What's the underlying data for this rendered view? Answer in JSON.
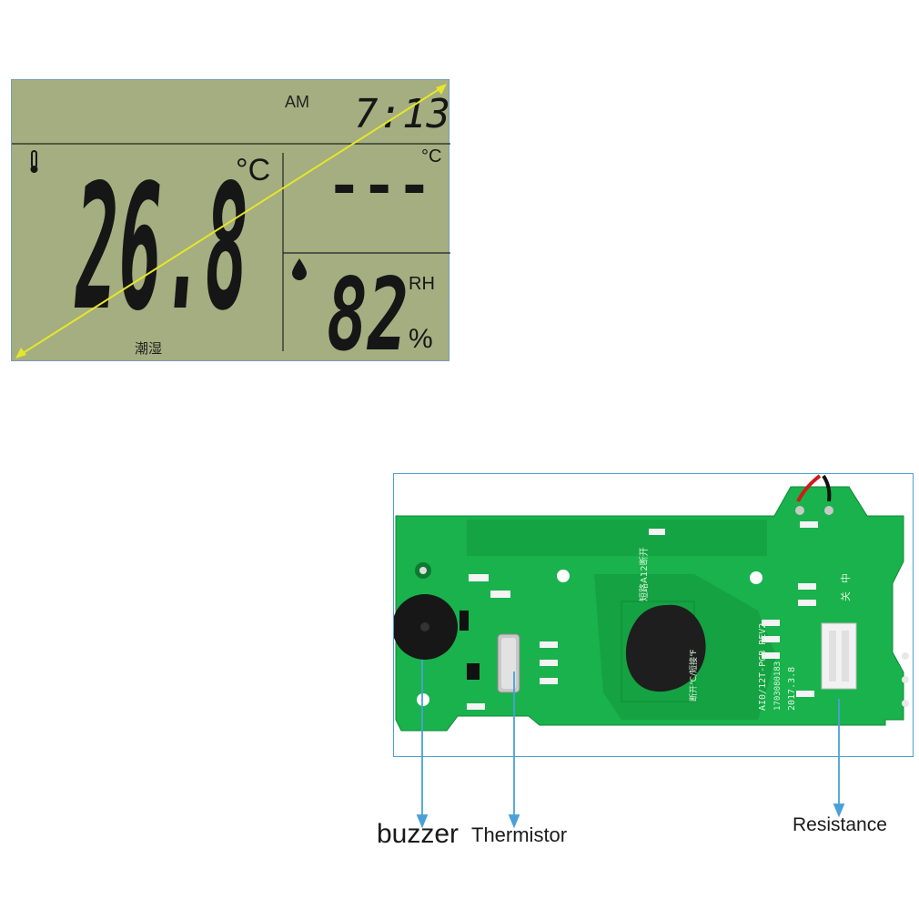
{
  "lcd": {
    "ampm": "AM",
    "clock": "7:13",
    "temperature": "26.8",
    "temp_unit": "°C",
    "second_unit": "°C",
    "second_reading": "---",
    "humidity": "82",
    "humidity_unit": "RH",
    "percent": "%",
    "status": "潮湿",
    "thermometer_icon": "thermometer-icon",
    "droplet_icon": "droplet-icon"
  },
  "pcb": {
    "model": "AI0/12T-PCB REV2",
    "serial": "1703080183",
    "date": "2017.3.8",
    "note_top": "短路A12断开",
    "note_mid": "断开℃/短接℉",
    "zhong": "中",
    "guan": "关",
    "colors": {
      "board": "#19b24d",
      "board_dark": "#0f9a3e",
      "accent_line": "#4aa0d8"
    }
  },
  "labels": {
    "buzzer": "buzzer",
    "thermistor": "Thermistor",
    "resistance": "Resistance"
  }
}
